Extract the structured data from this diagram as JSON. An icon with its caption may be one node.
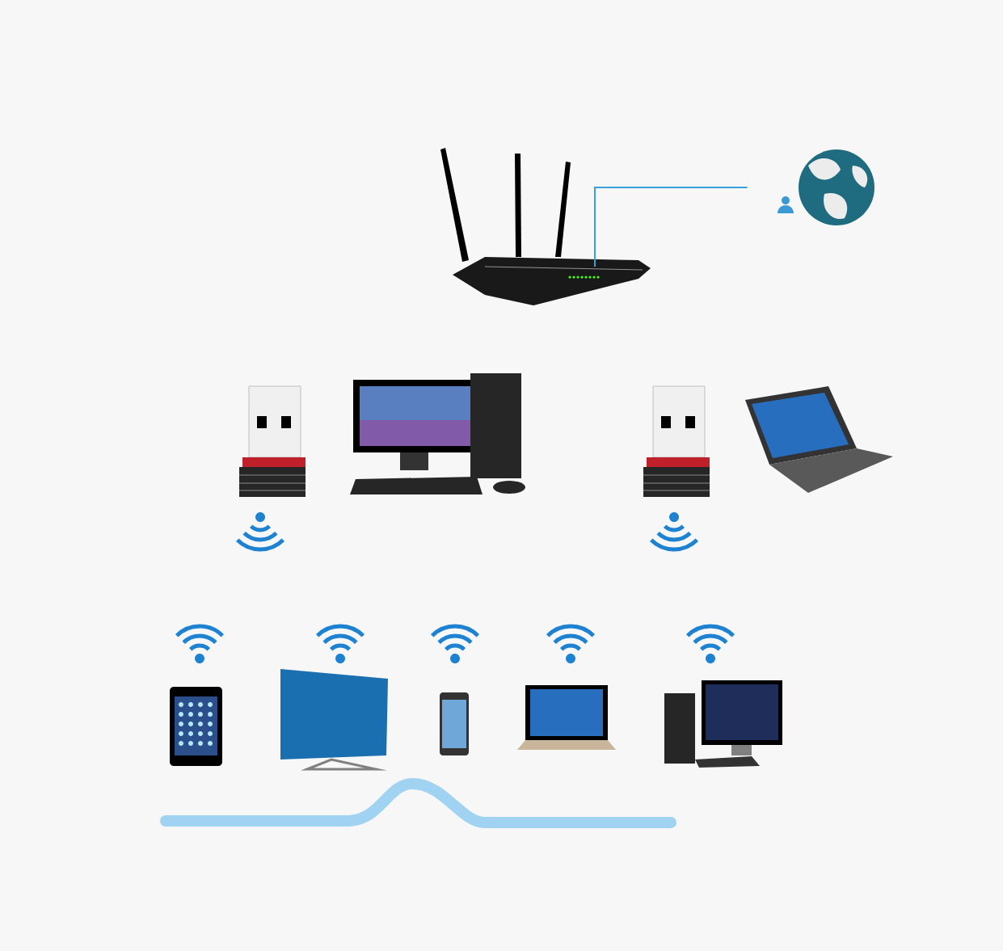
{
  "diagram": {
    "nodes": [
      {
        "text": [],
        "shape": "picture"
      },
      {
        "text": [],
        "shape": "picture"
      }
    ],
    "edges": [
      {
        "from": 0,
        "to": 1,
        "arrow": "none"
      }
    ]
  }
}
